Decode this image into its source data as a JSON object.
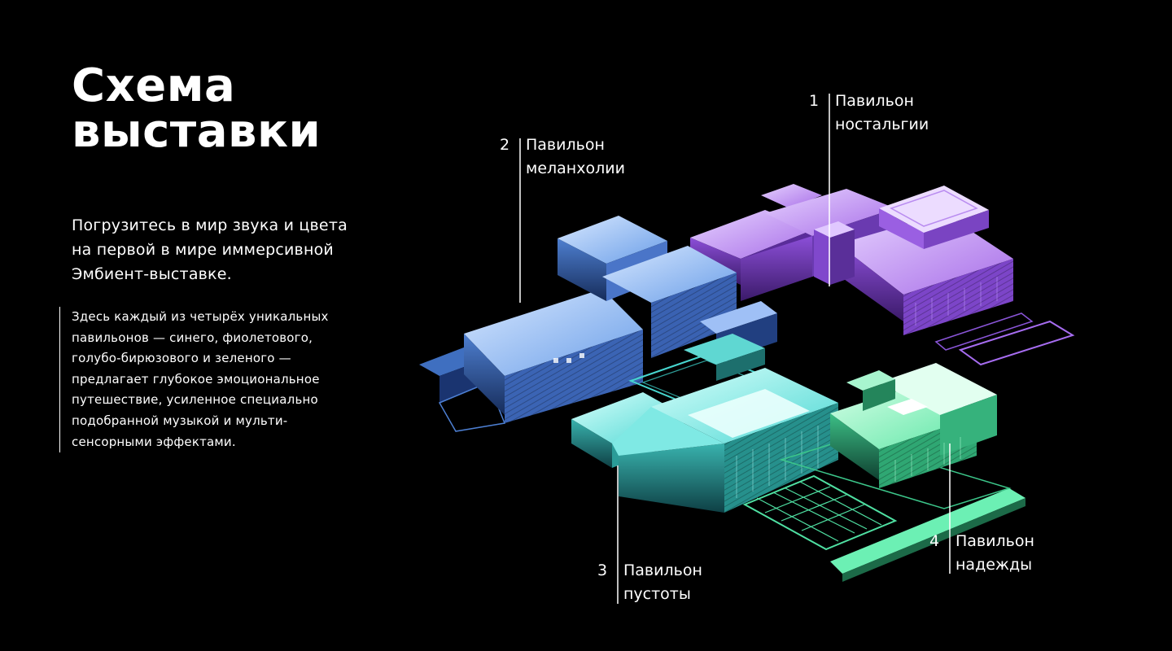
{
  "header": {
    "title_line1": "Схема",
    "title_line2": "выставки"
  },
  "intro": {
    "lead_lines": [
      "Погрузитесь в мир звука и цвета",
      "на первой в мире иммерсивной",
      "Эмбиент-выставке."
    ],
    "body_lines": [
      "Здесь каждый из четырёх уникальных",
      "павильонов — синего, фиолетового,",
      "голубо-бирюзового и зеленого —",
      "предлагает глубокое эмоциональное",
      "путешествие, усиленное специально",
      "подобранной музыкой и мульти-",
      "сенсорными эффектами."
    ]
  },
  "pavilions": [
    {
      "number": "1",
      "line1": "Павильон",
      "line2": "ностальгии",
      "color": "#b07cf0"
    },
    {
      "number": "2",
      "line1": "Павильон",
      "line2": "меланхолии",
      "color": "#6fa8f2"
    },
    {
      "number": "3",
      "line1": "Павильон",
      "line2": "пустоты",
      "color": "#4fe0dc"
    },
    {
      "number": "4",
      "line1": "Павильон",
      "line2": "надежды",
      "color": "#6cf0b4"
    }
  ],
  "icons": {
    "map": "isometric-building-map"
  }
}
